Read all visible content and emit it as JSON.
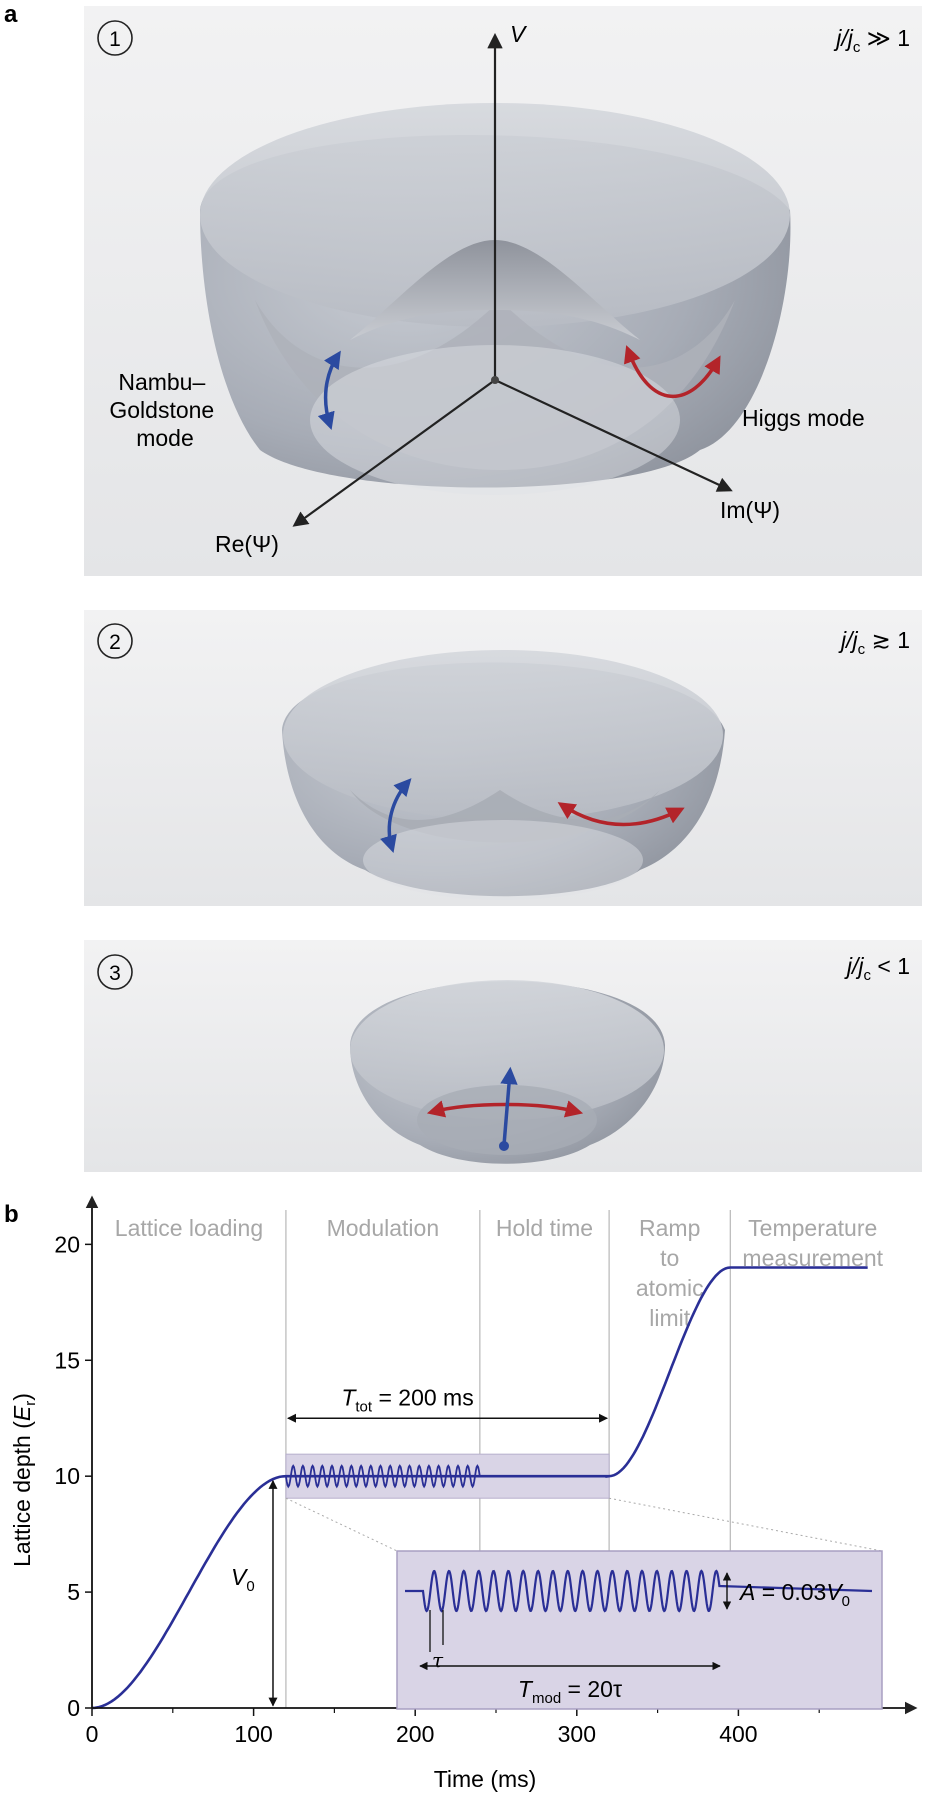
{
  "panel_a": {
    "label": "a",
    "panels": [
      {
        "number": "1",
        "condition_pre": "j/j",
        "condition_sub": "c",
        "condition_post": " ≫ 1"
      },
      {
        "number": "2",
        "condition_pre": "j/j",
        "condition_sub": "c",
        "condition_post": " ≳ 1"
      },
      {
        "number": "3",
        "condition_pre": "j/j",
        "condition_sub": "c",
        "condition_post": " < 1"
      }
    ],
    "axis_v": "V",
    "axis_re": "Re(Ψ)",
    "axis_im": "Im(Ψ)",
    "goldstone_lines": [
      "Nambu–",
      "Goldstone",
      "mode"
    ],
    "higgs_label": "Higgs mode",
    "colors": {
      "panel_bg": "#ececed",
      "bowl": "#9ea3ad",
      "goldstone": "#2b4aa0",
      "higgs": "#b3242a"
    }
  },
  "panel_b": {
    "label": "b",
    "phases": [
      "Lattice loading",
      "Modulation",
      "Hold time",
      "Ramp to atomic limit",
      "Temperature measurement"
    ],
    "phase_lines": [
      [
        "Lattice loading"
      ],
      [
        "Modulation"
      ],
      [
        "Hold time"
      ],
      [
        "Ramp",
        "to",
        "atomic",
        "limit"
      ],
      [
        "Temperature",
        "measurement"
      ]
    ],
    "ttot_main": "T",
    "ttot_sub": "tot",
    "ttot_rest": " = 200 ms",
    "v0_main": "V",
    "v0_sub": "0",
    "tau": "τ",
    "tmod_main": "T",
    "tmod_sub": "mod",
    "tmod_rest": " = 20τ",
    "amp_pre": "A",
    "amp_mid": " = 0.03",
    "amp_v": "V",
    "amp_sub": "0",
    "colors": {
      "curve": "#2a2f96",
      "band": "#d9d4e6",
      "phase_text": "#a7a7a7",
      "grid": "#bdbdbd"
    }
  },
  "chart_data": {
    "type": "line",
    "xlabel": "Time (ms)",
    "ylabel_main": "Lattice depth (",
    "ylabel_var": "E",
    "ylabel_sub": "r",
    "ylabel_end": ")",
    "xlim": [
      0,
      500
    ],
    "ylim": [
      0,
      22
    ],
    "xticks": [
      0,
      100,
      200,
      300,
      400
    ],
    "yticks": [
      0,
      5,
      10,
      15,
      20
    ],
    "phase_boundaries": [
      120,
      240,
      320,
      395
    ],
    "series": [
      {
        "x": [
          0,
          20,
          40,
          60,
          80,
          100,
          120,
          240,
          320,
          340,
          360,
          380,
          395,
          480
        ],
        "y": [
          0,
          0.5,
          2.5,
          5.5,
          8.3,
          9.7,
          10,
          10,
          10,
          11,
          15,
          18.5,
          19,
          19
        ]
      }
    ]
  }
}
